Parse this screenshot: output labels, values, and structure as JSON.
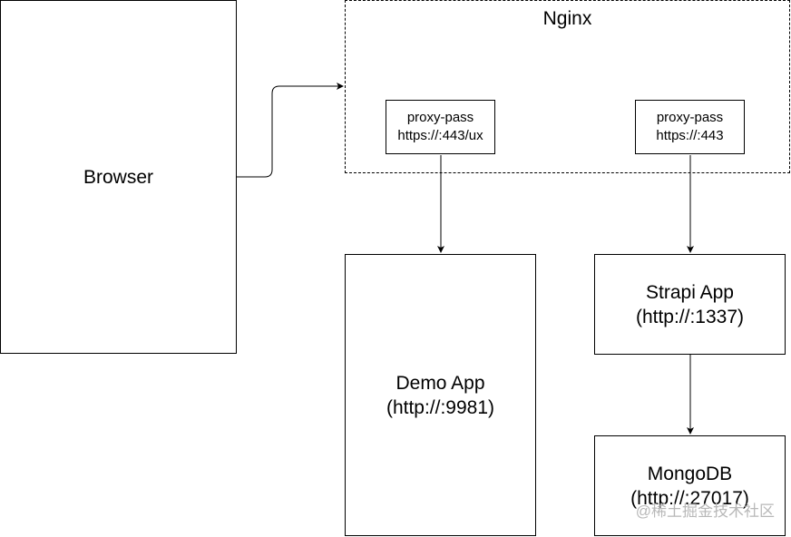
{
  "browser": {
    "label": "Browser"
  },
  "nginx": {
    "label": "Nginx",
    "proxy_ux": {
      "line1": "proxy-pass",
      "line2": "https://:443/ux"
    },
    "proxy_root": {
      "line1": "proxy-pass",
      "line2": "https://:443"
    }
  },
  "demo_app": {
    "line1": "Demo App",
    "line2": "(http://:9981)"
  },
  "strapi_app": {
    "line1": "Strapi App",
    "line2": "(http://:1337)"
  },
  "mongodb": {
    "line1": "MongoDB",
    "line2": "(http://:27017)"
  },
  "watermark": "@稀土掘金技术社区"
}
